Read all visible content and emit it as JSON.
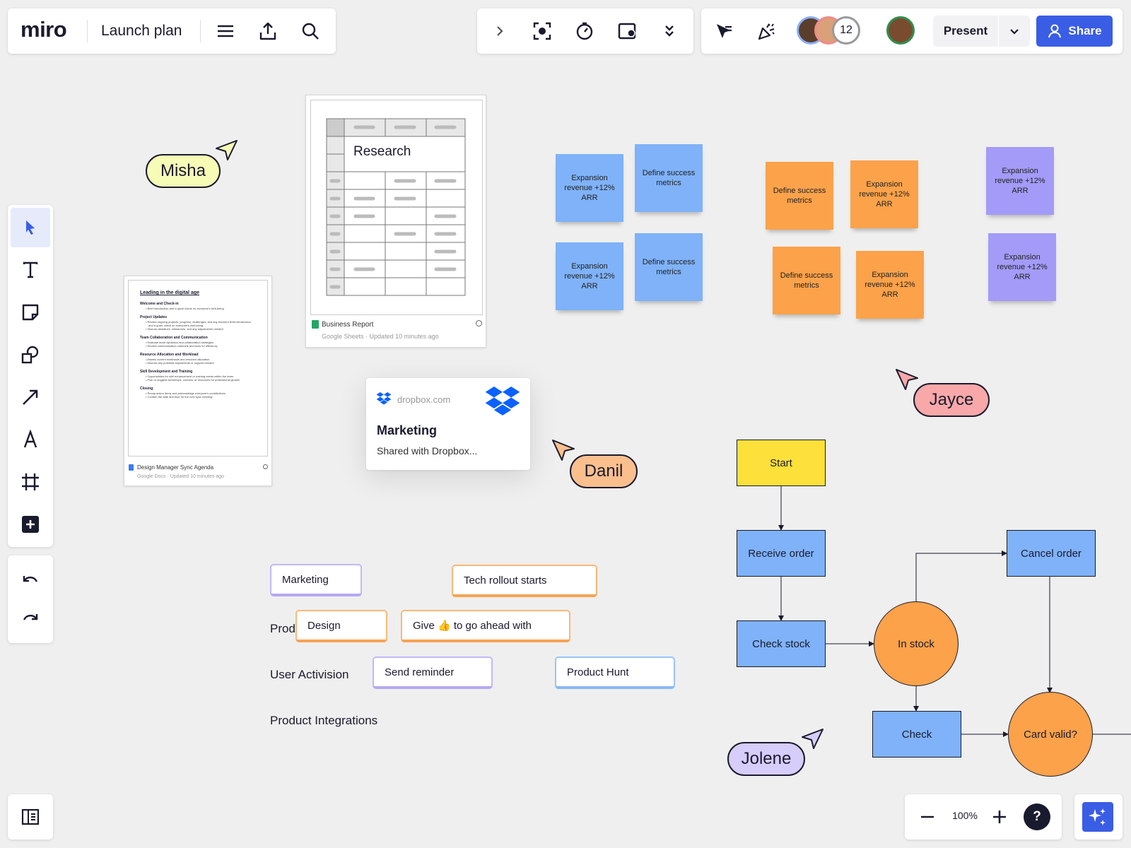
{
  "header": {
    "logo": "miro",
    "board_title": "Launch plan",
    "icons": [
      "menu-icon",
      "export-icon",
      "search-icon"
    ]
  },
  "toolbar_center": {
    "icons": [
      "chevron-right-icon",
      "focus-icon",
      "timer-icon",
      "screen-record-icon",
      "double-chevron-down-icon"
    ]
  },
  "collab": {
    "icons": [
      "follow-cursor-icon",
      "celebrate-icon"
    ],
    "participant_count": "12",
    "present_label": "Present",
    "share_label": "Share"
  },
  "left_toolbar": {
    "tools": [
      "select-icon",
      "text-icon",
      "sticky-note-icon",
      "shapes-icon",
      "arrow-icon",
      "pen-icon",
      "frame-icon",
      "add-icon"
    ],
    "history": [
      "undo-icon",
      "redo-icon"
    ]
  },
  "cursors": {
    "misha": "Misha",
    "jayce": "Jayce",
    "danil": "Danil",
    "jolene": "Jolene"
  },
  "cursor_colors": {
    "misha": "#f6fbb5",
    "jayce": "#f8a8a8",
    "danil": "#fbbf8e",
    "jolene": "#d6cdfb"
  },
  "research_card": {
    "heading": "Research",
    "file_name": "Business Report",
    "source": "Google Sheets",
    "updated": "Updated 10 minutes ago"
  },
  "doc_card": {
    "title": "Leading in the digital age",
    "sections": [
      {
        "heading": "Welcome and Check-in",
        "items": [
          "Brief introduction and a quick check on everyone's well-being"
        ]
      },
      {
        "heading": "Project Updates",
        "items": [
          "Review ongoing projects: progress, challenges, and any blockers Brief introduction and a quick check on everyone's well-being",
          "Discuss deadlines, milestones, and any adjustments needed"
        ]
      },
      {
        "heading": "Team Collaboration and Communication",
        "items": [
          "Evaluate team dynamics and collaboration strategies",
          "Review communication channels and tools for efficiency"
        ]
      },
      {
        "heading": "Resource Allocation and Workload",
        "items": [
          "Assess current workloads and resource allocation",
          "Discuss any potential adjustments or support needed"
        ]
      },
      {
        "heading": "Skill Development and Training",
        "items": [
          "Opportunities for skill enhancement or training needs within the team",
          "Plan or suggest workshops, courses, or resources for professional growth"
        ]
      },
      {
        "heading": "Closing",
        "items": [
          "Recap action items and acknowledge everyone's contributions",
          "Confirm the date and time for the next sync meeting"
        ]
      }
    ],
    "file_name": "Design Manager Sync Agenda",
    "source": "Google Docs",
    "updated": "Updated 10 minutes ago"
  },
  "dropbox_card": {
    "domain": "dropbox.com",
    "title": "Marketing",
    "subtitle": "Shared with Dropbox..."
  },
  "stickies": {
    "blue": [
      "Expansion revenue +12% ARR",
      "Define success metrics",
      "Expansion revenue +12% ARR",
      "Define success metrics"
    ],
    "orange": [
      "Define success metrics",
      "Expansion revenue +12% ARR",
      "Define success metrics",
      "Expansion revenue +12% ARR"
    ],
    "purple": [
      "Expansion revenue +12% ARR",
      "Expansion revenue +12% ARR"
    ]
  },
  "timeline": {
    "rows": [
      "Prod",
      "User Activision",
      "Product Integrations"
    ],
    "tags": {
      "marketing": "Marketing",
      "tech_rollout": "Tech rollout starts",
      "design": "Design",
      "give_go_ahead": "Give 👍 to go ahead with",
      "send_reminder": "Send reminder",
      "product_hunt": "Product Hunt"
    }
  },
  "flowchart": {
    "start": "Start",
    "receive_order": "Receive order",
    "check_stock": "Check stock",
    "in_stock": "In stock",
    "cancel_order": "Cancel order",
    "check": "Check",
    "card_valid": "Card valid?"
  },
  "flow_colors": {
    "start": "#fde03a",
    "process": "#7fb2f8",
    "decision": "#fba24a"
  },
  "zoom": {
    "level": "100%",
    "help": "?"
  },
  "accent_color": "#3a5de5"
}
